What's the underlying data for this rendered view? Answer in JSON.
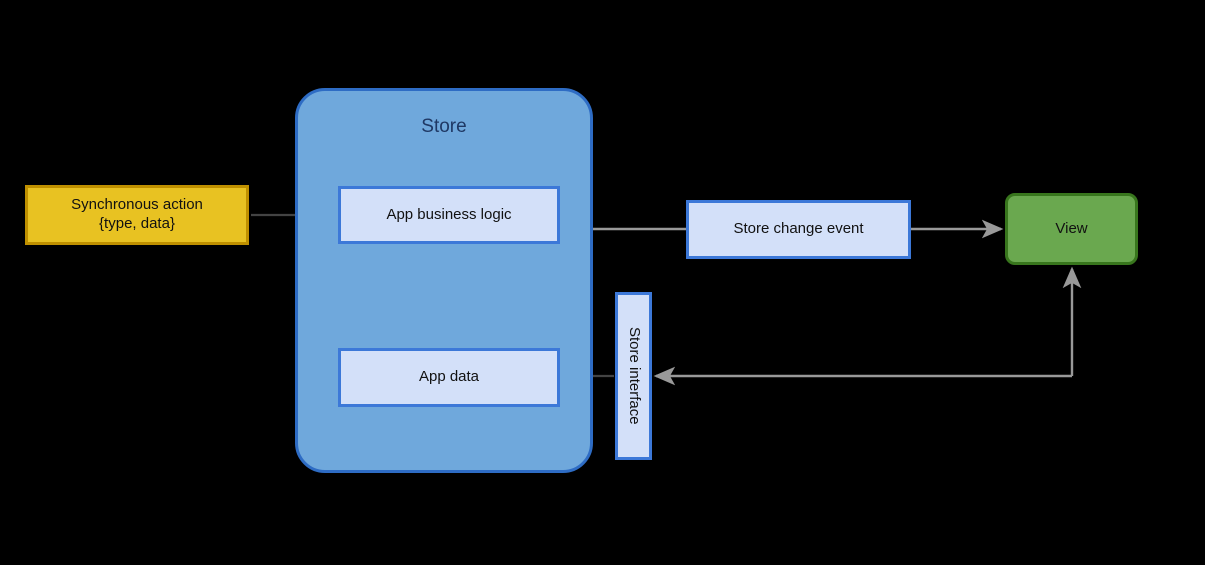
{
  "diagram": {
    "title": "Flux store data flow diagram",
    "background": "#000000",
    "nodes": {
      "sync_action": {
        "line1": "Synchronous action",
        "line2": "{type, data}",
        "fill": "#E8C222",
        "stroke": "#BF9000"
      },
      "store_container": {
        "label": "Store",
        "fill": "#6FA8DC",
        "stroke": "#2E6CC4",
        "label_color": "#1F3864"
      },
      "app_business_logic": {
        "label": "App business logic",
        "fill": "#D3E0F9",
        "stroke": "#3C78D8"
      },
      "app_data": {
        "label": "App data",
        "fill": "#D3E0F9",
        "stroke": "#3C78D8"
      },
      "store_change_event": {
        "label": "Store change event",
        "fill": "#D3E0F9",
        "stroke": "#3C78D8"
      },
      "store_interface": {
        "label": "Store interface",
        "fill": "#D3E0F9",
        "stroke": "#3C78D8",
        "orientation": "vertical"
      },
      "view": {
        "label": "View",
        "fill": "#6AA84F",
        "stroke": "#38761D"
      }
    },
    "edges": [
      {
        "name": "action-to-business-logic",
        "from": "sync_action",
        "to": "app_business_logic",
        "arrowhead": "end",
        "color": "#434343"
      },
      {
        "name": "business-logic-to-app-data",
        "from": "app_business_logic",
        "to": "app_data",
        "arrowhead": "end",
        "color": "#434343"
      },
      {
        "name": "business-logic-to-store-change-event",
        "from": "app_business_logic",
        "to": "store_change_event",
        "arrowhead": "none",
        "color": "#999999"
      },
      {
        "name": "store-change-event-to-view",
        "from": "store_change_event",
        "to": "view",
        "arrowhead": "end",
        "color": "#999999"
      },
      {
        "name": "view-to-store-interface",
        "from": "view",
        "to": "store_interface",
        "arrowhead": "end",
        "color": "#999999"
      },
      {
        "name": "store-interface-to-app-data",
        "from": "store_interface",
        "to": "app_data",
        "arrowhead": "end",
        "color": "#434343"
      }
    ]
  }
}
